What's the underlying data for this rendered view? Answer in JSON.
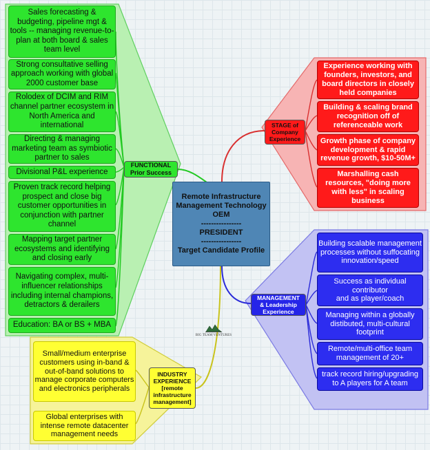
{
  "center": {
    "title": "Remote Infrastructure\nManagement Technology\nOEM\n----------------\nPRESIDENT\n----------------\nTarget Candidate Profile"
  },
  "branches": {
    "functional": {
      "hub": "FUNCTIONAL\nPrior Success",
      "color": "#2ee52e",
      "items": [
        "Sales forecasting & budgeting, pipeline mgt & tools -- managing revenue-to-plan at both board & sales team level",
        "Strong consultative selling approach working with global 2000 customer base",
        "Rolodex of DCIM and RIM channel partner ecosystem in North America and international",
        "Directing & managing marketing team as symbiotic partner to sales",
        "Divisional P&L experience",
        "Proven track record helping prospect and close big customer opportunities in conjunction with partner channel",
        "Mapping target partner ecosystems and identifying and closing early",
        "Navigating complex, multi-influencer relationships including internal champions, detractors & derailers",
        "Education: BA or BS + MBA"
      ]
    },
    "stage": {
      "hub": "STAGE of\nCompany\nExperience",
      "color": "#ff1a1a",
      "items": [
        "Experience working with founders, investors, and board directors in closely held companies",
        "Building & scaling brand recognition off of referenceable work",
        "Growth phase of company development & rapid revenue growth, $10-50M+",
        "Marshalling cash resources, \"doing more with less\" in scaling business"
      ]
    },
    "management": {
      "hub": "MANAGEMENT\n& Leadership\nExperience",
      "color": "#2d2df0",
      "items": [
        "Building scalable management processes without suffocating innovation/speed",
        "Success as individual contributor\nand as player/coach",
        "Managing within a globally distibuted, multi-cultural footprint",
        "Remote/multi-office team management of 20+",
        "track record hiring/upgrading to A players for A team"
      ]
    },
    "industry": {
      "hub": "INDUSTRY\nEXPERIENCE\n[remote\ninfrastructure\nmanagement]",
      "color": "#ffff33",
      "items": [
        "Small/medium enterprise customers using in-band & out-of-band solutions to manage corporate computers and electronics peripherals",
        "Global enterprises with intense remote datacenter management needs"
      ]
    }
  },
  "logo": {
    "text": "BIG TEAM VENTURES",
    "icon": "logo-mark"
  }
}
